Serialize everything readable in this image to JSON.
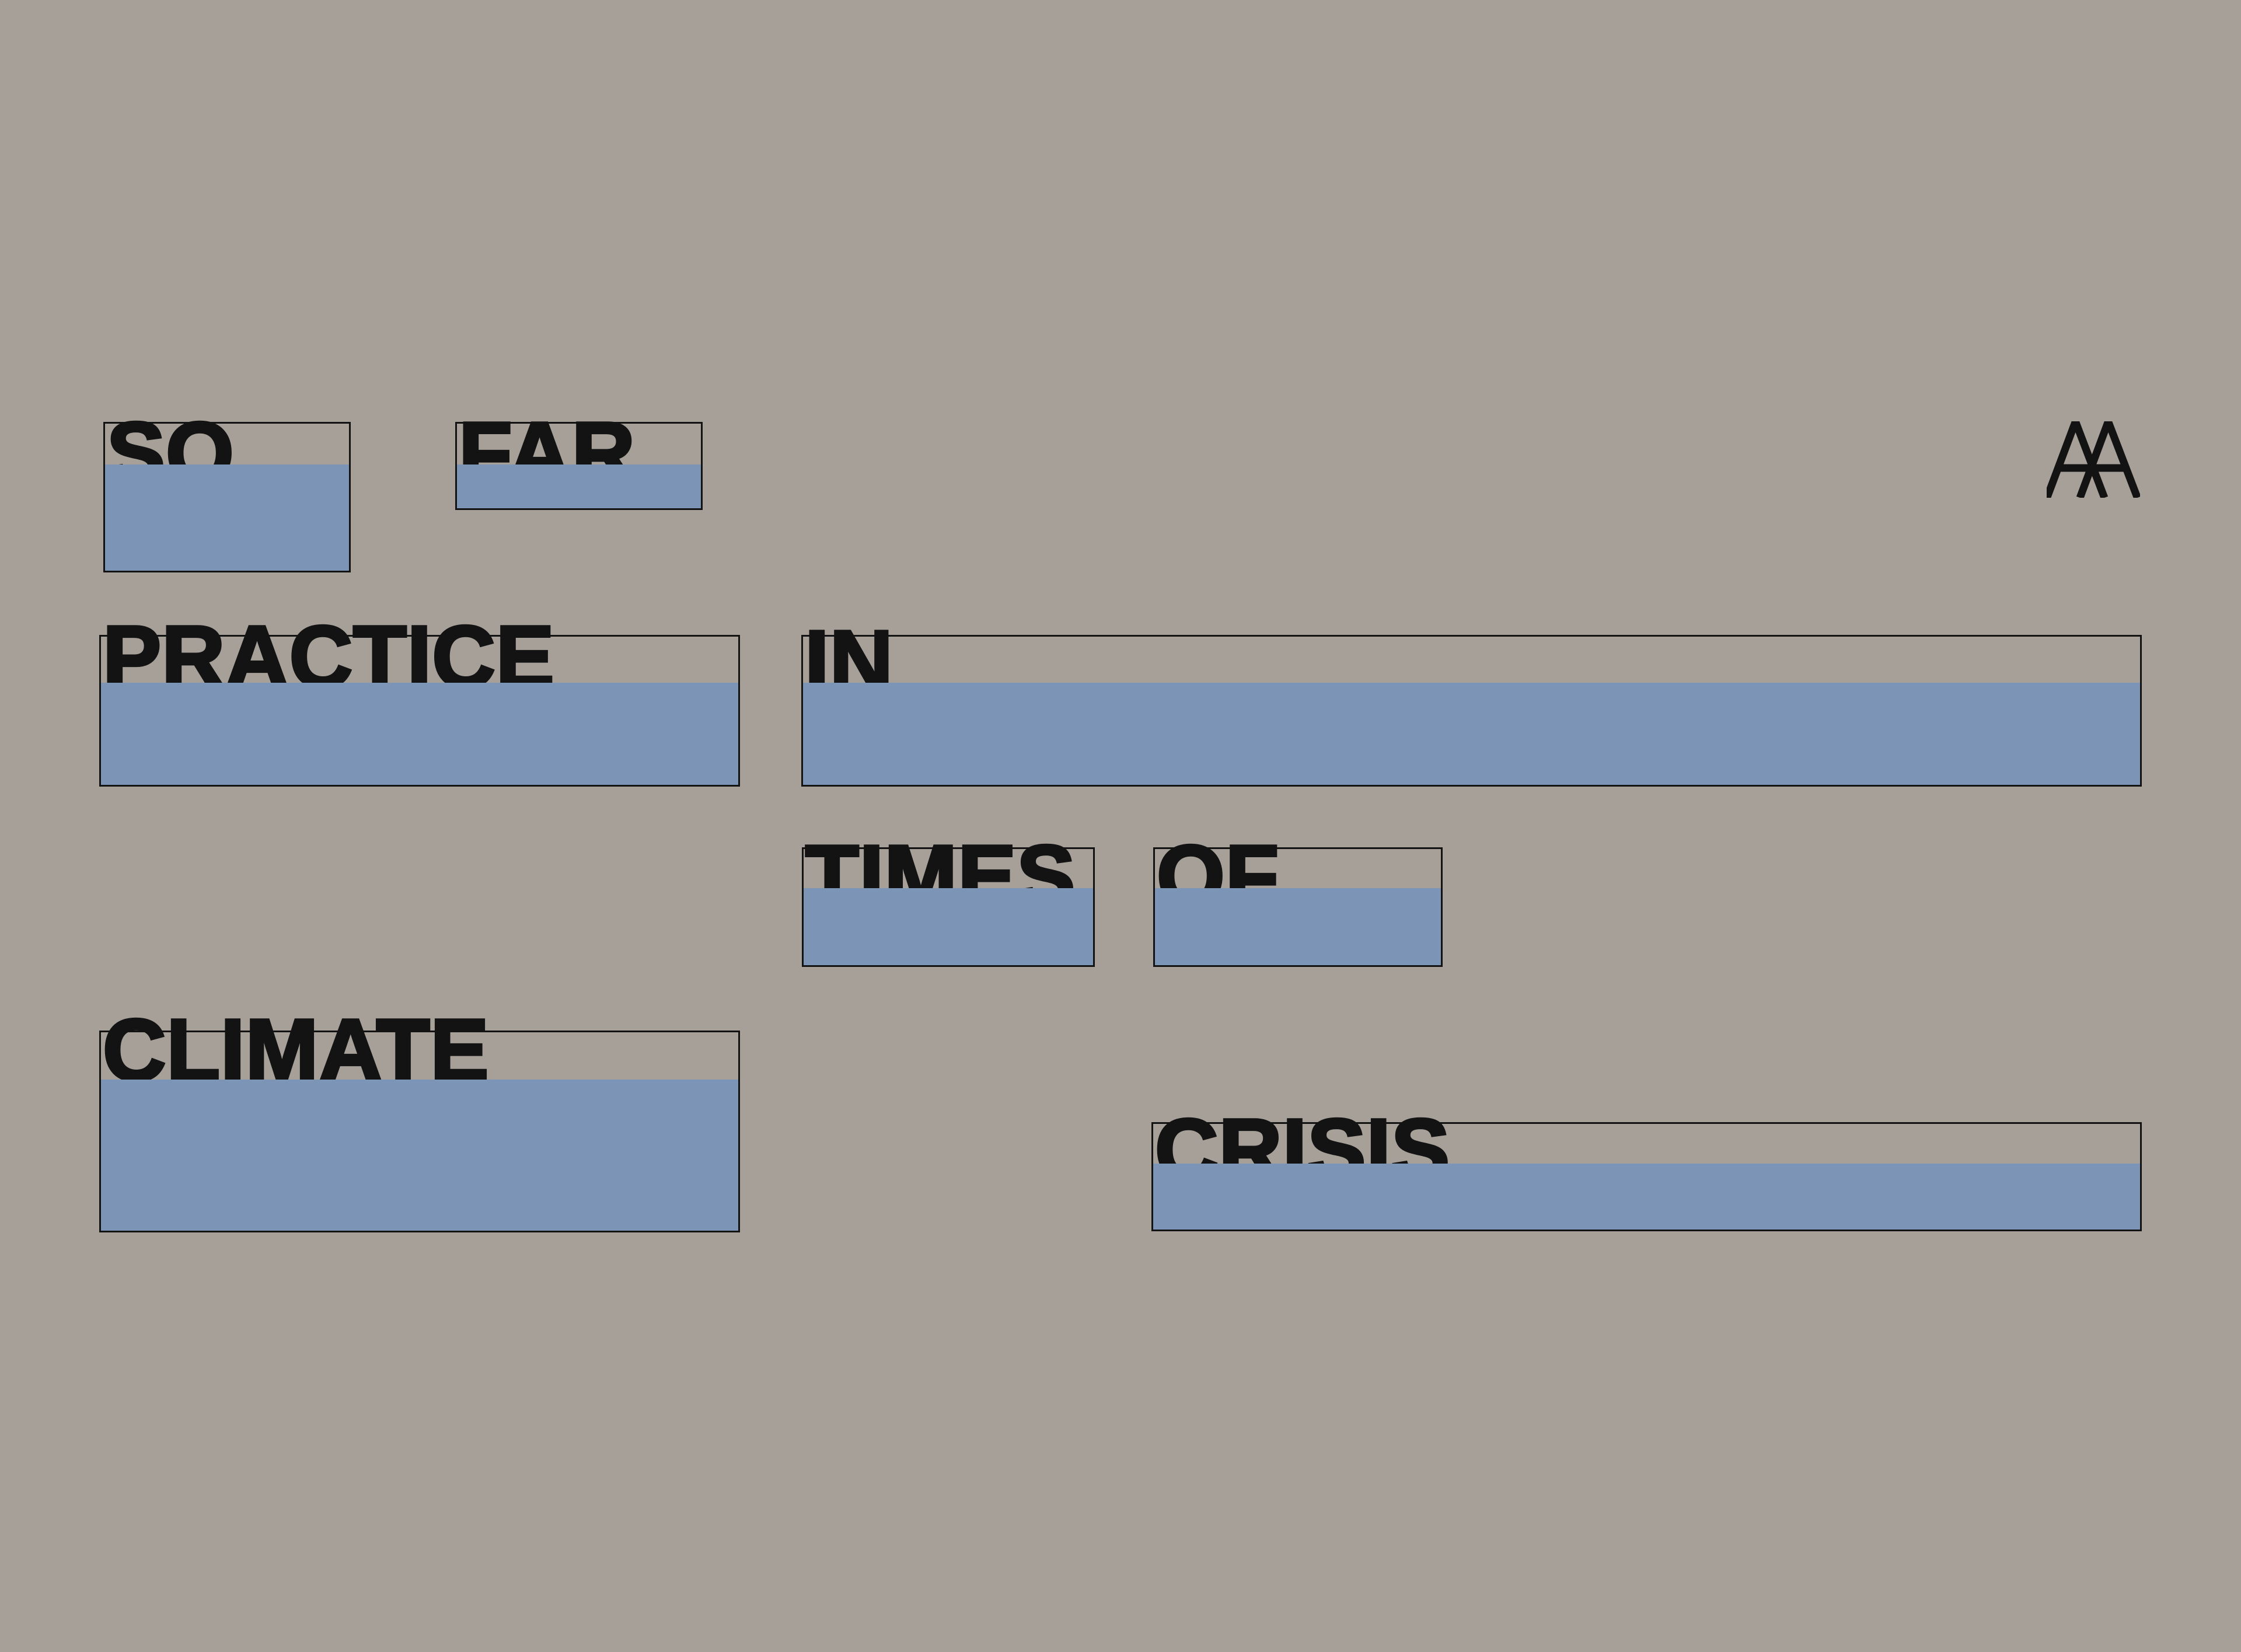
{
  "page": {
    "background_color": "#a6a099",
    "panel_blue": "#7c95b6",
    "ink_black": "#131313",
    "phrase": "SO FAR PRACTICE IN TIMES OF CLIMATE CRISIS"
  },
  "words": {
    "so": "SO",
    "far": "FAR",
    "practice": "PRACTICE",
    "in": "IN",
    "times": "TIMES",
    "of": "OF",
    "climate": "CLIMATE",
    "crisis": "CRISIS"
  },
  "logo": {
    "name": "AA monogram",
    "letters": "AA"
  }
}
